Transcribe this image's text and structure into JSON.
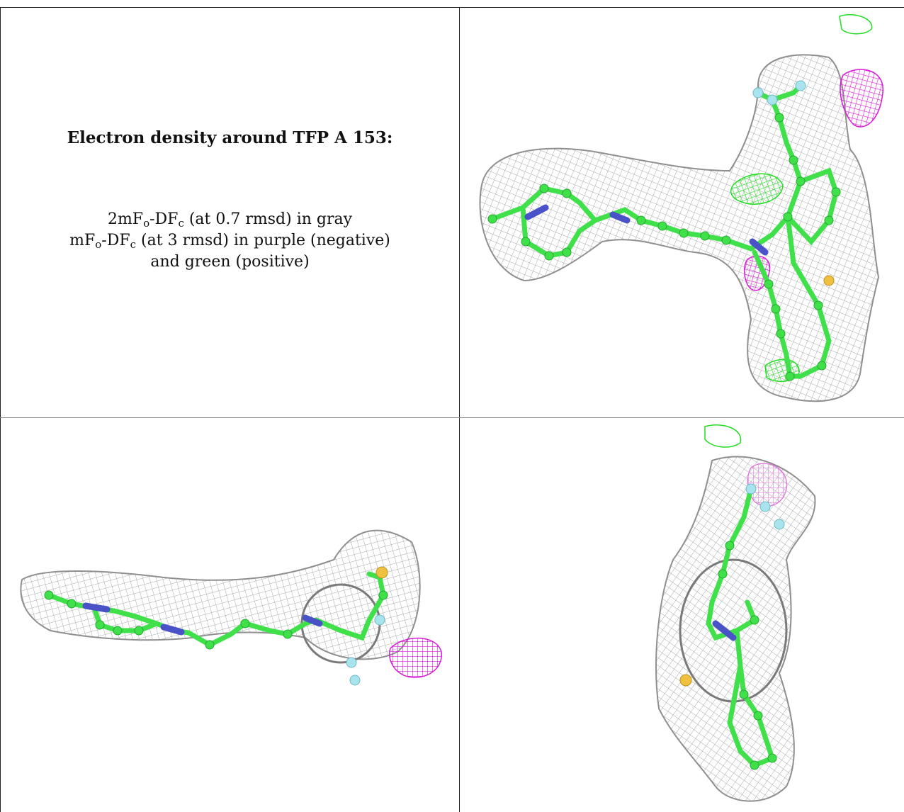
{
  "caption": {
    "title": "Electron density around TFP A 153:",
    "line1_main": "2mF",
    "line1_sub_o": "o",
    "line1_mid": "-DF",
    "line1_sub_c": "c",
    "line1_rest": " (at 0.7 rmsd) in gray",
    "line2_main": "mF",
    "line2_sub_o": "o",
    "line2_mid": "-DF",
    "line2_sub_c": "c",
    "line2_rest": " (at 3 rmsd) in purple (negative)",
    "line3": "and green (positive)"
  },
  "colors": {
    "mesh_gray": "#9a9a9a",
    "carbon_green": "#3fe04a",
    "nitrogen_blue": "#4a52c8",
    "fluorine_cyan": "#a8e4ee",
    "sulfur_yellow": "#f0c040",
    "negative_purple": "#d81ad8",
    "positive_green": "#22dd22"
  },
  "views": [
    {
      "name": "view-top-right",
      "orientation": "front"
    },
    {
      "name": "view-bottom-left",
      "orientation": "side"
    },
    {
      "name": "view-bottom-right",
      "orientation": "end-on"
    }
  ]
}
